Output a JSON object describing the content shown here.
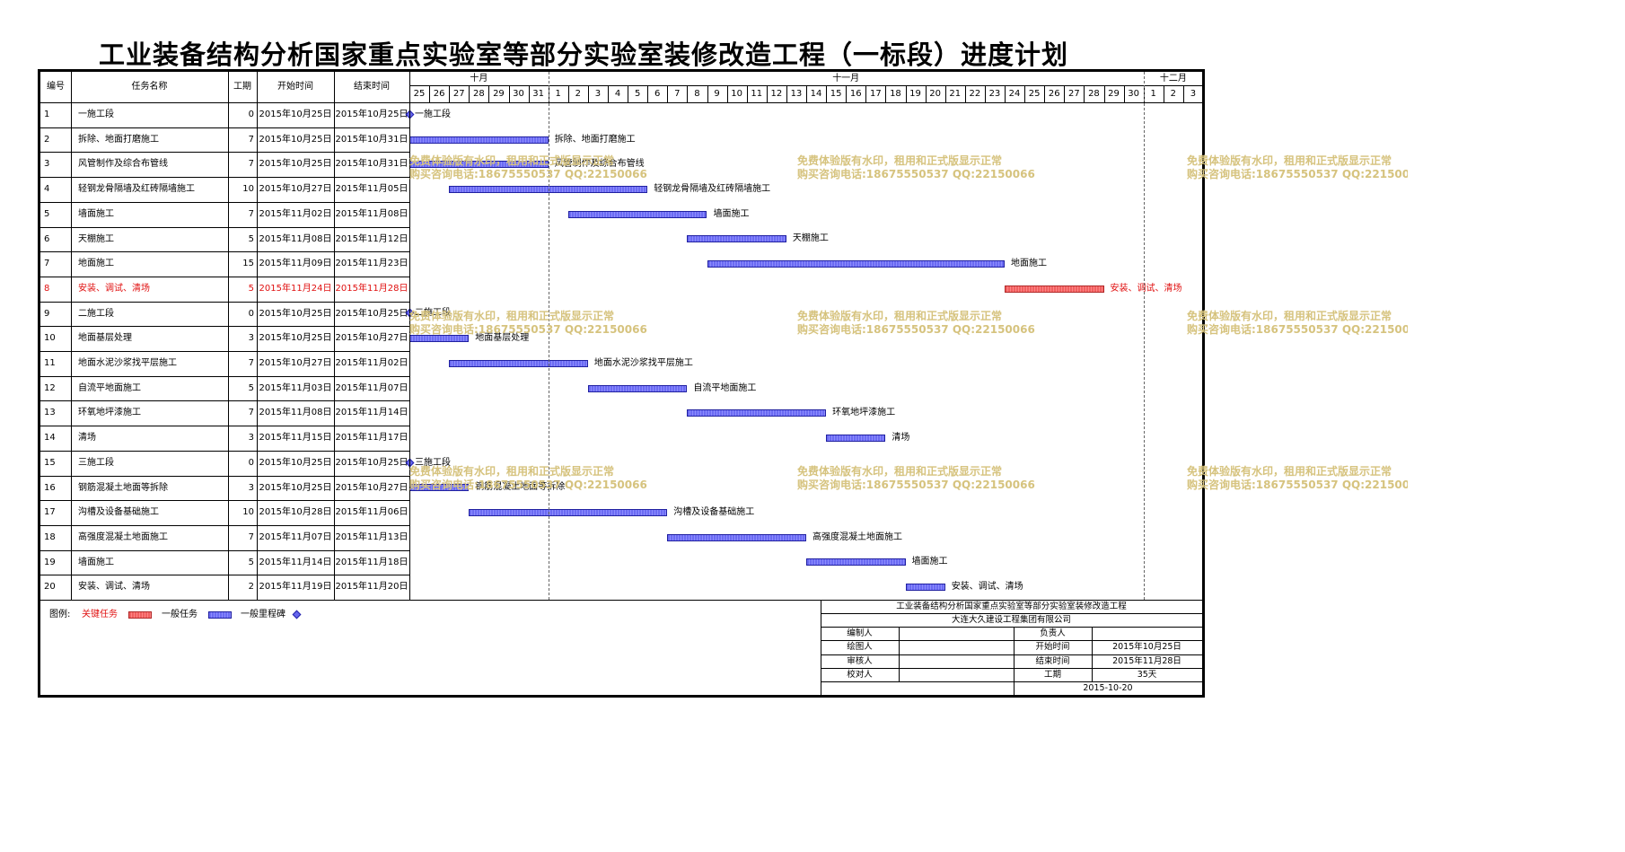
{
  "title": "工业装备结构分析国家重点实验室等部分实验室装修改造工程（一标段）进度计划",
  "columns": {
    "id": "编号",
    "name": "任务名称",
    "duration": "工期",
    "start": "开始时间",
    "end": "结束时间"
  },
  "months": [
    "十月",
    "十一月",
    "十二月"
  ],
  "days": [
    "25",
    "26",
    "27",
    "28",
    "29",
    "30",
    "31",
    "1",
    "2",
    "3",
    "4",
    "5",
    "6",
    "7",
    "8",
    "9",
    "10",
    "11",
    "12",
    "13",
    "14",
    "15",
    "16",
    "17",
    "18",
    "19",
    "20",
    "21",
    "22",
    "23",
    "24",
    "25",
    "26",
    "27",
    "28",
    "29",
    "30",
    "1",
    "2",
    "3"
  ],
  "tasks": [
    {
      "id": "1",
      "name": "一施工段",
      "duration": "0",
      "start": "2015年10月25日",
      "end": "2015年10月25日",
      "type": "milestone",
      "bar_start": 0,
      "bar_days": 0,
      "label": "一施工段"
    },
    {
      "id": "2",
      "name": "拆除、地面打磨施工",
      "duration": "7",
      "start": "2015年10月25日",
      "end": "2015年10月31日",
      "type": "normal",
      "bar_start": 0,
      "bar_days": 7,
      "label": "拆除、地面打磨施工"
    },
    {
      "id": "3",
      "name": "风管制作及综合布管线",
      "duration": "7",
      "start": "2015年10月25日",
      "end": "2015年10月31日",
      "type": "normal",
      "bar_start": 0,
      "bar_days": 7,
      "label": "风管制作及综合布管线"
    },
    {
      "id": "4",
      "name": "轻钢龙骨隔墙及红砖隔墙施工",
      "duration": "10",
      "start": "2015年10月27日",
      "end": "2015年11月05日",
      "type": "normal",
      "bar_start": 2,
      "bar_days": 10,
      "label": "轻钢龙骨隔墙及红砖隔墙施工"
    },
    {
      "id": "5",
      "name": "墙面施工",
      "duration": "7",
      "start": "2015年11月02日",
      "end": "2015年11月08日",
      "type": "normal",
      "bar_start": 8,
      "bar_days": 7,
      "label": "墙面施工"
    },
    {
      "id": "6",
      "name": "天棚施工",
      "duration": "5",
      "start": "2015年11月08日",
      "end": "2015年11月12日",
      "type": "normal",
      "bar_start": 14,
      "bar_days": 5,
      "label": "天棚施工"
    },
    {
      "id": "7",
      "name": "地面施工",
      "duration": "15",
      "start": "2015年11月09日",
      "end": "2015年11月23日",
      "type": "normal",
      "bar_start": 15,
      "bar_days": 15,
      "label": "地面施工"
    },
    {
      "id": "8",
      "name": "安装、调试、清场",
      "duration": "5",
      "start": "2015年11月24日",
      "end": "2015年11月28日",
      "type": "critical",
      "bar_start": 30,
      "bar_days": 5,
      "label": "安装、调试、清场"
    },
    {
      "id": "9",
      "name": "二施工段",
      "duration": "0",
      "start": "2015年10月25日",
      "end": "2015年10月25日",
      "type": "milestone",
      "bar_start": 0,
      "bar_days": 0,
      "label": "二施工段"
    },
    {
      "id": "10",
      "name": "地面基层处理",
      "duration": "3",
      "start": "2015年10月25日",
      "end": "2015年10月27日",
      "type": "normal",
      "bar_start": 0,
      "bar_days": 3,
      "label": "地面基层处理"
    },
    {
      "id": "11",
      "name": "地面水泥沙浆找平层施工",
      "duration": "7",
      "start": "2015年10月27日",
      "end": "2015年11月02日",
      "type": "normal",
      "bar_start": 2,
      "bar_days": 7,
      "label": "地面水泥沙浆找平层施工"
    },
    {
      "id": "12",
      "name": "自流平地面施工",
      "duration": "5",
      "start": "2015年11月03日",
      "end": "2015年11月07日",
      "type": "normal",
      "bar_start": 9,
      "bar_days": 5,
      "label": "自流平地面施工"
    },
    {
      "id": "13",
      "name": "环氧地坪漆施工",
      "duration": "7",
      "start": "2015年11月08日",
      "end": "2015年11月14日",
      "type": "normal",
      "bar_start": 14,
      "bar_days": 7,
      "label": "环氧地坪漆施工"
    },
    {
      "id": "14",
      "name": "清场",
      "duration": "3",
      "start": "2015年11月15日",
      "end": "2015年11月17日",
      "type": "normal",
      "bar_start": 21,
      "bar_days": 3,
      "label": "清场"
    },
    {
      "id": "15",
      "name": "三施工段",
      "duration": "0",
      "start": "2015年10月25日",
      "end": "2015年10月25日",
      "type": "milestone",
      "bar_start": 0,
      "bar_days": 0,
      "label": "三施工段"
    },
    {
      "id": "16",
      "name": "钢筋混凝土地面等拆除",
      "duration": "3",
      "start": "2015年10月25日",
      "end": "2015年10月27日",
      "type": "normal",
      "bar_start": 0,
      "bar_days": 3,
      "label": "钢筋混凝土地面等拆除"
    },
    {
      "id": "17",
      "name": "沟槽及设备基础施工",
      "duration": "10",
      "start": "2015年10月28日",
      "end": "2015年11月06日",
      "type": "normal",
      "bar_start": 3,
      "bar_days": 10,
      "label": "沟槽及设备基础施工"
    },
    {
      "id": "18",
      "name": "高强度混凝土地面施工",
      "duration": "7",
      "start": "2015年11月07日",
      "end": "2015年11月13日",
      "type": "normal",
      "bar_start": 13,
      "bar_days": 7,
      "label": "高强度混凝土地面施工"
    },
    {
      "id": "19",
      "name": "墙面施工",
      "duration": "5",
      "start": "2015年11月14日",
      "end": "2015年11月18日",
      "type": "normal",
      "bar_start": 20,
      "bar_days": 5,
      "label": "墙面施工"
    },
    {
      "id": "20",
      "name": "安装、调试、清场",
      "duration": "2",
      "start": "2015年11月19日",
      "end": "2015年11月20日",
      "type": "normal",
      "bar_start": 25,
      "bar_days": 2,
      "label": "安装、调试、清场"
    }
  ],
  "legend": {
    "label": "图例:",
    "critical": "关键任务",
    "normal": "一般任务",
    "milestone": "一般里程碑"
  },
  "info": {
    "project": "工业装备结构分析国家重点实验室等部分实验室装修改造工程",
    "company": "大连大久建设工程集团有限公司",
    "editor_label": "编制人",
    "editor": "",
    "owner_label": "负责人",
    "owner": "",
    "drawer_label": "绘图人",
    "drawer": "",
    "start_label": "开始时间",
    "start": "2015年10月25日",
    "reviewer_label": "审核人",
    "reviewer": "",
    "end_label": "结束时间",
    "end": "2015年11月28日",
    "checker_label": "校对人",
    "checker": "",
    "duration_label": "工期",
    "duration": "35天",
    "date": "2015-10-20"
  },
  "watermark": {
    "line1": "免费体验版有水印，租用和正式版显示正常",
    "line2": "购买咨询电话:18675550537 QQ:22150066"
  },
  "colors": {
    "normal_bar": "#7b7bf7",
    "critical_bar": "#f46b6b",
    "critical_text": "#e01010",
    "watermark": "#d6c37e"
  }
}
